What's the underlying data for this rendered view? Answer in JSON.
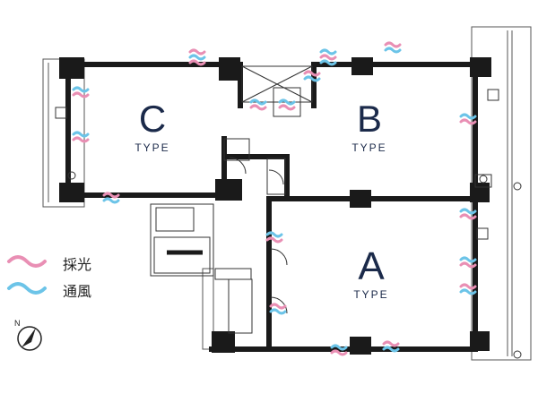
{
  "units": [
    {
      "letter": "C",
      "type_label": "TYPE"
    },
    {
      "letter": "B",
      "type_label": "TYPE"
    },
    {
      "letter": "A",
      "type_label": "TYPE"
    }
  ],
  "legend": {
    "daylight": {
      "label": "採光",
      "color": "#e98fb4",
      "icon": "daylight-wave-icon"
    },
    "ventilation": {
      "label": "通風",
      "color": "#6cc4e8",
      "icon": "ventilation-wave-icon"
    }
  },
  "compass": {
    "label": "N",
    "icon": "north-arrow-icon"
  },
  "colors": {
    "wall": "#1a1a1a",
    "text": "#1b2a4a",
    "line": "#444444"
  }
}
